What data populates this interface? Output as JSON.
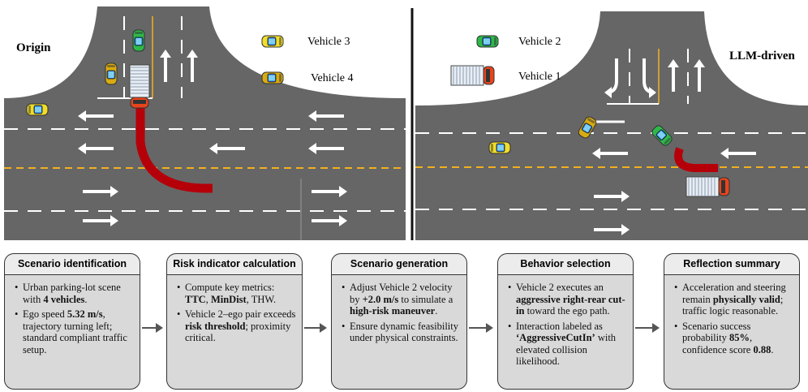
{
  "labels": {
    "origin": "Origin",
    "llm_driven": "LLM-driven"
  },
  "legend": {
    "vehicle3": "Vehicle 3",
    "vehicle4": "Vehicle 4",
    "vehicle2": "Vehicle 2",
    "vehicle1": "Vehicle 1"
  },
  "colors": {
    "road": "#666666",
    "lane_line": "#ffffff",
    "center_line": "#f2b01e",
    "trajectory": "#b5000a",
    "vehicle1_cab": "#e8441c",
    "vehicle2": "#2fb84a",
    "vehicle3": "#f1dd2a",
    "vehicle4": "#d9ab12",
    "panel_body": "#d9d9d9",
    "panel_header": "#ececec"
  },
  "panels": [
    {
      "title": "Scenario identification",
      "bullets": [
        [
          {
            "t": "Urban parking-lot scene with "
          },
          {
            "t": "4 vehicles",
            "b": true
          },
          {
            "t": "."
          }
        ],
        [
          {
            "t": "Ego speed "
          },
          {
            "t": "5.32 m/s",
            "b": true
          },
          {
            "t": ", trajectory turning left; standard compliant traffic setup."
          }
        ]
      ]
    },
    {
      "title": "Risk indicator calculation",
      "bullets": [
        [
          {
            "t": "Compute key metrics: "
          },
          {
            "t": "TTC",
            "b": true
          },
          {
            "t": ", "
          },
          {
            "t": "MinDist",
            "b": true
          },
          {
            "t": ", THW."
          }
        ],
        [
          {
            "t": "Vehicle 2–ego pair exceeds "
          },
          {
            "t": "risk threshold",
            "b": true
          },
          {
            "t": "; proximity critical."
          }
        ]
      ]
    },
    {
      "title": "Scenario generation",
      "bullets": [
        [
          {
            "t": "Adjust Vehicle 2 velocity by "
          },
          {
            "t": "+2.0 m/s",
            "b": true
          },
          {
            "t": " to simulate a "
          },
          {
            "t": "high-risk maneuver",
            "b": true
          },
          {
            "t": "."
          }
        ],
        [
          {
            "t": "Ensure dynamic feasibility under physical constraints."
          }
        ]
      ]
    },
    {
      "title": "Behavior selection",
      "bullets": [
        [
          {
            "t": "Vehicle 2 executes an "
          },
          {
            "t": "aggressive right-rear cut-in",
            "b": true
          },
          {
            "t": " toward the ego path."
          }
        ],
        [
          {
            "t": "Interaction labeled as "
          },
          {
            "t": "‘AggressiveCutIn’",
            "b": true
          },
          {
            "t": " with elevated collision likelihood."
          }
        ]
      ]
    },
    {
      "title": "Reflection summary",
      "bullets": [
        [
          {
            "t": "Acceleration and steering remain "
          },
          {
            "t": "physically valid",
            "b": true
          },
          {
            "t": "; traffic logic reasonable."
          }
        ],
        [
          {
            "t": "Scenario success probability "
          },
          {
            "t": "85%",
            "b": true
          },
          {
            "t": ", confidence score "
          },
          {
            "t": "0.88",
            "b": true
          },
          {
            "t": "."
          }
        ]
      ]
    }
  ]
}
